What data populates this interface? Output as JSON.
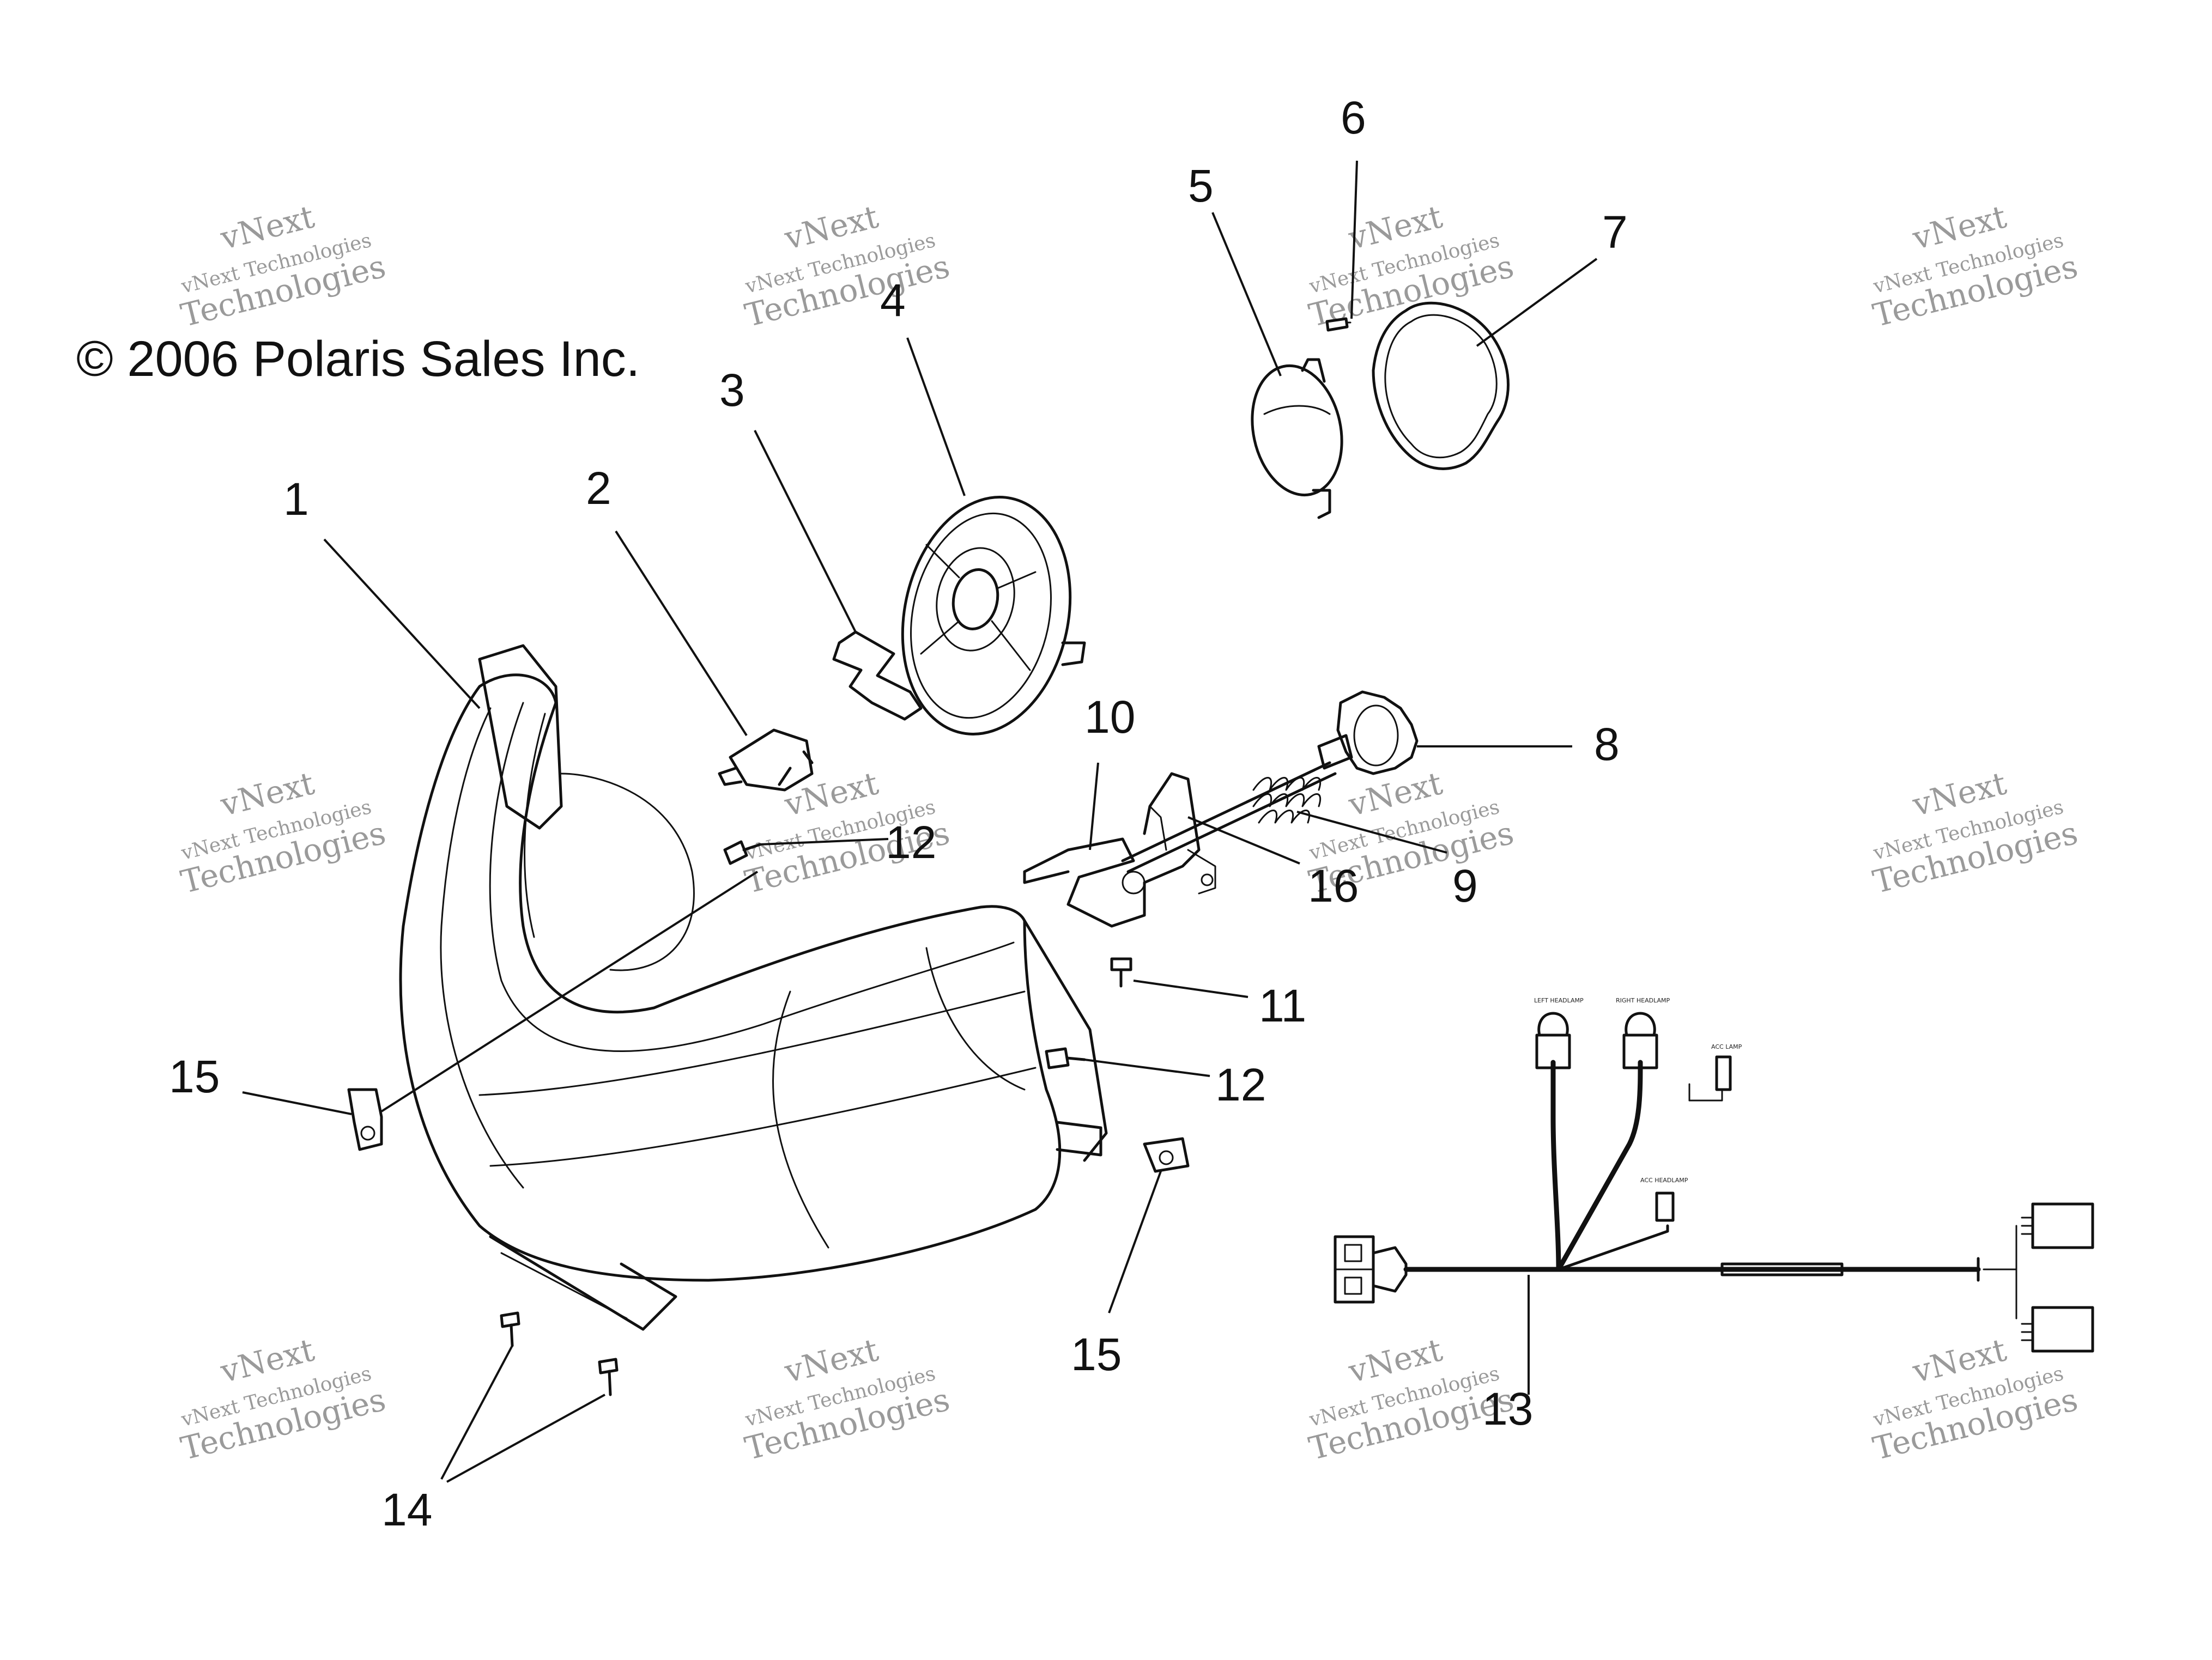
{
  "copyright": "© 2006 Polaris Sales Inc.",
  "watermark": {
    "line1": "vNext",
    "line2": "vNext Technologies",
    "line3": "Technologies"
  },
  "callouts": [
    {
      "id": "1",
      "label": "1"
    },
    {
      "id": "2",
      "label": "2"
    },
    {
      "id": "3",
      "label": "3"
    },
    {
      "id": "4",
      "label": "4"
    },
    {
      "id": "5",
      "label": "5"
    },
    {
      "id": "6",
      "label": "6"
    },
    {
      "id": "7",
      "label": "7"
    },
    {
      "id": "8",
      "label": "8"
    },
    {
      "id": "9",
      "label": "9"
    },
    {
      "id": "10",
      "label": "10"
    },
    {
      "id": "11",
      "label": "11"
    },
    {
      "id": "12a",
      "label": "12"
    },
    {
      "id": "12b",
      "label": "12"
    },
    {
      "id": "13",
      "label": "13"
    },
    {
      "id": "14",
      "label": "14"
    },
    {
      "id": "15a",
      "label": "15"
    },
    {
      "id": "15b",
      "label": "15"
    },
    {
      "id": "16",
      "label": "16"
    }
  ],
  "harness_labels": {
    "left_headlamp": "LEFT HEADLAMP",
    "right_headlamp": "RIGHT HEADLAMP",
    "acc_lamp": "ACC LAMP",
    "acc_headlamp": "ACC HEADLAMP"
  },
  "colors": {
    "line": "#111111",
    "background": "#ffffff",
    "watermark": "#9a9a9a"
  }
}
